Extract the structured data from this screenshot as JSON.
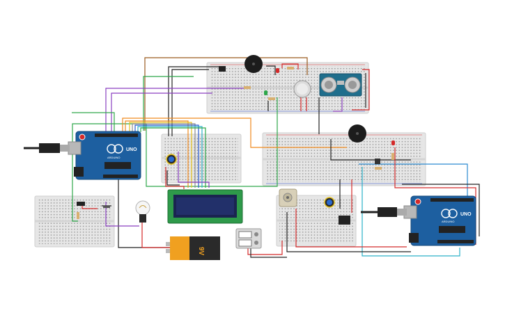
{
  "arduino_left": {
    "brand": "UNO",
    "maker": "ARDUINO"
  },
  "arduino_right": {
    "brand": "UNO",
    "maker": "ARDUINO"
  },
  "battery": {
    "label": "9V"
  }
}
